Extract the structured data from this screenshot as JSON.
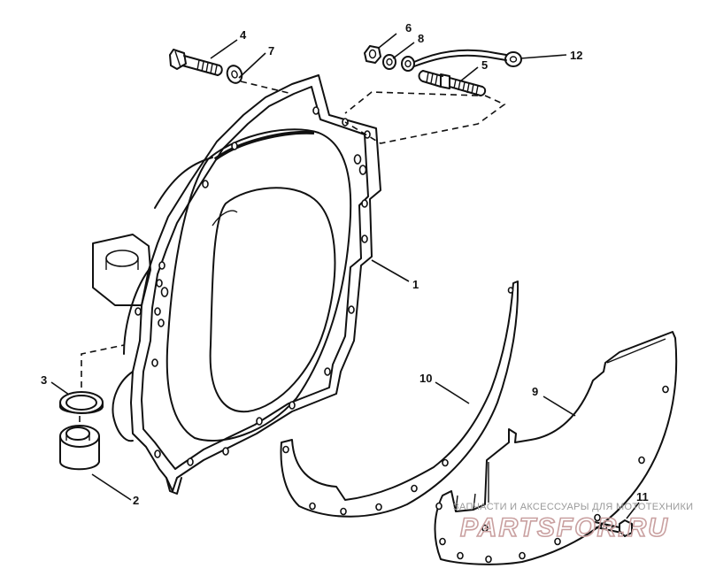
{
  "callouts": {
    "c1": "1",
    "c2": "2",
    "c3": "3",
    "c4": "4",
    "c5": "5",
    "c6": "6",
    "c7": "7",
    "c8": "8",
    "c9": "9",
    "c10": "10",
    "c11": "11",
    "c12": "12"
  },
  "watermark": {
    "caption": "ЗАПЧАСТИ И АКСЕССУАРЫ ДЛЯ МОТОТЕХНИКИ",
    "logo": "PARTSFOR.RU"
  },
  "colors": {
    "line": "#111111",
    "background": "#ffffff",
    "watermark_text": "#9a9a9a",
    "watermark_logo": "#c9a0a0"
  }
}
